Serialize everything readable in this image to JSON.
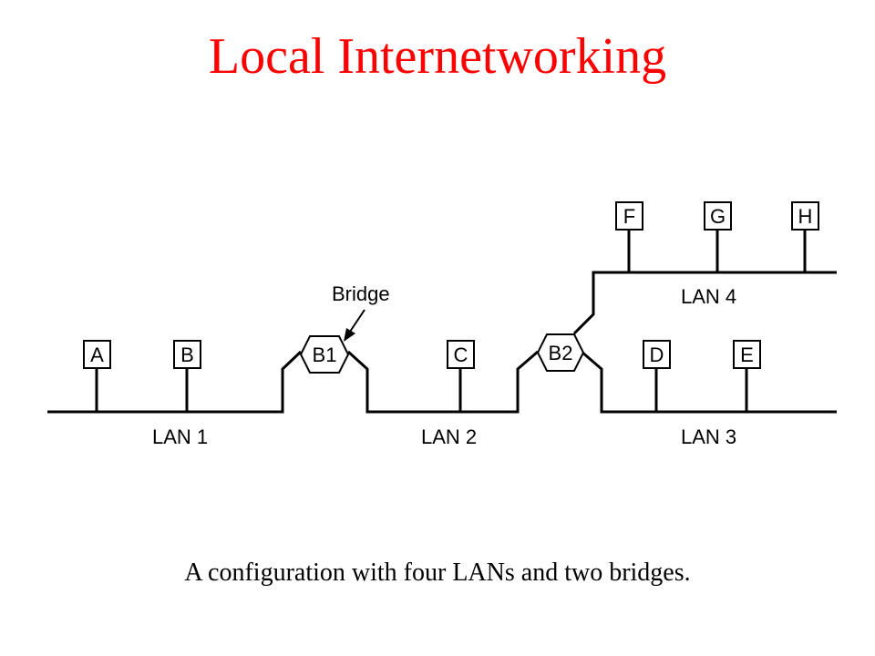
{
  "slide": {
    "title": "Local Internetworking",
    "title_color": "#ff0000",
    "caption": "A configuration with four LANs and two bridges."
  },
  "diagram": {
    "stations": [
      "A",
      "B",
      "C",
      "D",
      "E",
      "F",
      "G",
      "H"
    ],
    "bridges": [
      "B1",
      "B2"
    ],
    "lans": [
      "LAN 1",
      "LAN 2",
      "LAN 3",
      "LAN 4"
    ],
    "annotation": "Bridge"
  }
}
